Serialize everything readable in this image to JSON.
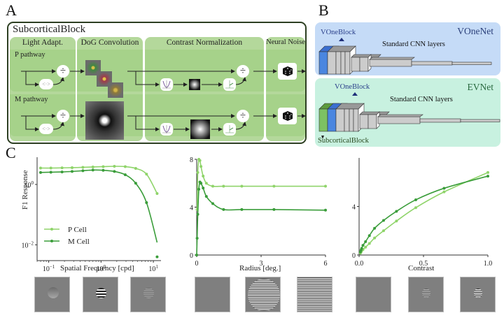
{
  "panels": {
    "a": "A",
    "b": "B",
    "c": "C"
  },
  "subcortical": {
    "title": "SubcorticalBlock",
    "stages": [
      "Light Adapt.",
      "DoG Convolution",
      "Contrast Normalization",
      "Neural Noise"
    ],
    "pathways": [
      "P pathway",
      "M pathway"
    ],
    "icons": {
      "divide": "÷",
      "mean": "<·>",
      "noise": "dice-icon"
    }
  },
  "networks": {
    "vonenet": {
      "name": "VOneNet",
      "block": "VOneBlock",
      "layers": "Standard CNN layers"
    },
    "evnet": {
      "name": "EVNet",
      "block": "VOneBlock",
      "layers": "Standard CNN layers",
      "sub": "SubcorticalBlock"
    }
  },
  "colors": {
    "p_cell": "#8fd46a",
    "m_cell": "#3a9d3a",
    "panelA_bg": "#b4d89b",
    "vonenet_bg": "#c5dbf7",
    "evnet_bg": "#c8f1e0"
  },
  "chart_data": [
    {
      "type": "line",
      "title": "",
      "xlabel": "Spatial Frequency [cpd]",
      "ylabel": "F1 Response",
      "xscale": "log",
      "yscale": "log",
      "xlim": [
        0.06,
        14
      ],
      "ylim": [
        0.003,
        8
      ],
      "xticks": [
        "10^-1",
        "10^0",
        "10^1"
      ],
      "yticks": [
        "10^-2",
        "10^0"
      ],
      "legend": {
        "position": "bottom-left",
        "entries": [
          "P Cell",
          "M Cell"
        ]
      },
      "series": [
        {
          "name": "P Cell",
          "x": [
            0.07,
            0.11,
            0.18,
            0.28,
            0.45,
            0.7,
            1.1,
            1.8,
            2.9,
            4.6,
            7.4,
            11.8
          ],
          "y": [
            3.5,
            3.5,
            3.55,
            3.6,
            3.7,
            3.8,
            3.9,
            4.0,
            3.9,
            3.4,
            2.2,
            0.5
          ]
        },
        {
          "name": "M Cell",
          "x": [
            0.07,
            0.11,
            0.18,
            0.28,
            0.45,
            0.7,
            1.1,
            1.8,
            2.9,
            4.6,
            7.4,
            11.8
          ],
          "y": [
            2.5,
            2.55,
            2.6,
            2.7,
            2.85,
            3.0,
            2.95,
            2.7,
            2.1,
            1.1,
            0.25,
            0.004
          ]
        }
      ]
    },
    {
      "type": "line",
      "xlabel": "Radius [deg.]",
      "ylabel": "",
      "xlim": [
        0,
        6
      ],
      "ylim": [
        0,
        8
      ],
      "xticks": [
        "0",
        "3",
        "6"
      ],
      "yticks": [
        "0",
        "4",
        "8"
      ],
      "series": [
        {
          "name": "P Cell",
          "x": [
            0.02,
            0.05,
            0.1,
            0.15,
            0.2,
            0.3,
            0.45,
            0.75,
            1.25,
            2.1,
            3.6,
            6.0
          ],
          "y": [
            3.8,
            6.9,
            8.0,
            7.9,
            7.4,
            6.6,
            6.0,
            5.75,
            5.75,
            5.75,
            5.75,
            5.75
          ]
        },
        {
          "name": "M Cell",
          "x": [
            0.0,
            0.02,
            0.05,
            0.1,
            0.15,
            0.2,
            0.3,
            0.45,
            0.75,
            1.25,
            2.1,
            3.6,
            6.0
          ],
          "y": [
            0.0,
            1.4,
            3.4,
            5.5,
            6.1,
            6.0,
            5.6,
            4.9,
            4.3,
            3.8,
            3.8,
            3.8,
            3.75
          ]
        }
      ]
    },
    {
      "type": "line",
      "xlabel": "Contrast",
      "ylabel": "",
      "xlim": [
        0,
        1
      ],
      "ylim": [
        0,
        8
      ],
      "xticks": [
        "0.0",
        "0.5",
        "1.0"
      ],
      "yticks": [
        "0",
        "4"
      ],
      "series": [
        {
          "name": "P Cell",
          "x": [
            0.01,
            0.015,
            0.02,
            0.03,
            0.05,
            0.08,
            0.12,
            0.19,
            0.29,
            0.44,
            0.66,
            1.0
          ],
          "y": [
            0.15,
            0.25,
            0.35,
            0.45,
            0.65,
            0.95,
            1.4,
            2.0,
            2.8,
            3.9,
            5.2,
            6.8
          ]
        },
        {
          "name": "M Cell",
          "x": [
            0.01,
            0.015,
            0.02,
            0.03,
            0.05,
            0.08,
            0.12,
            0.19,
            0.29,
            0.44,
            0.66,
            1.0
          ],
          "y": [
            0.25,
            0.4,
            0.55,
            0.8,
            1.1,
            1.6,
            2.2,
            2.85,
            3.6,
            4.55,
            5.5,
            6.5
          ]
        }
      ]
    }
  ],
  "stimuli": [
    "low-sf-grating",
    "mid-sf-grating",
    "high-sf-grating",
    "blank-radius",
    "large-radius-grating",
    "full-field-grating",
    "zero-contrast",
    "low-contrast-grating",
    "high-contrast-grating"
  ]
}
